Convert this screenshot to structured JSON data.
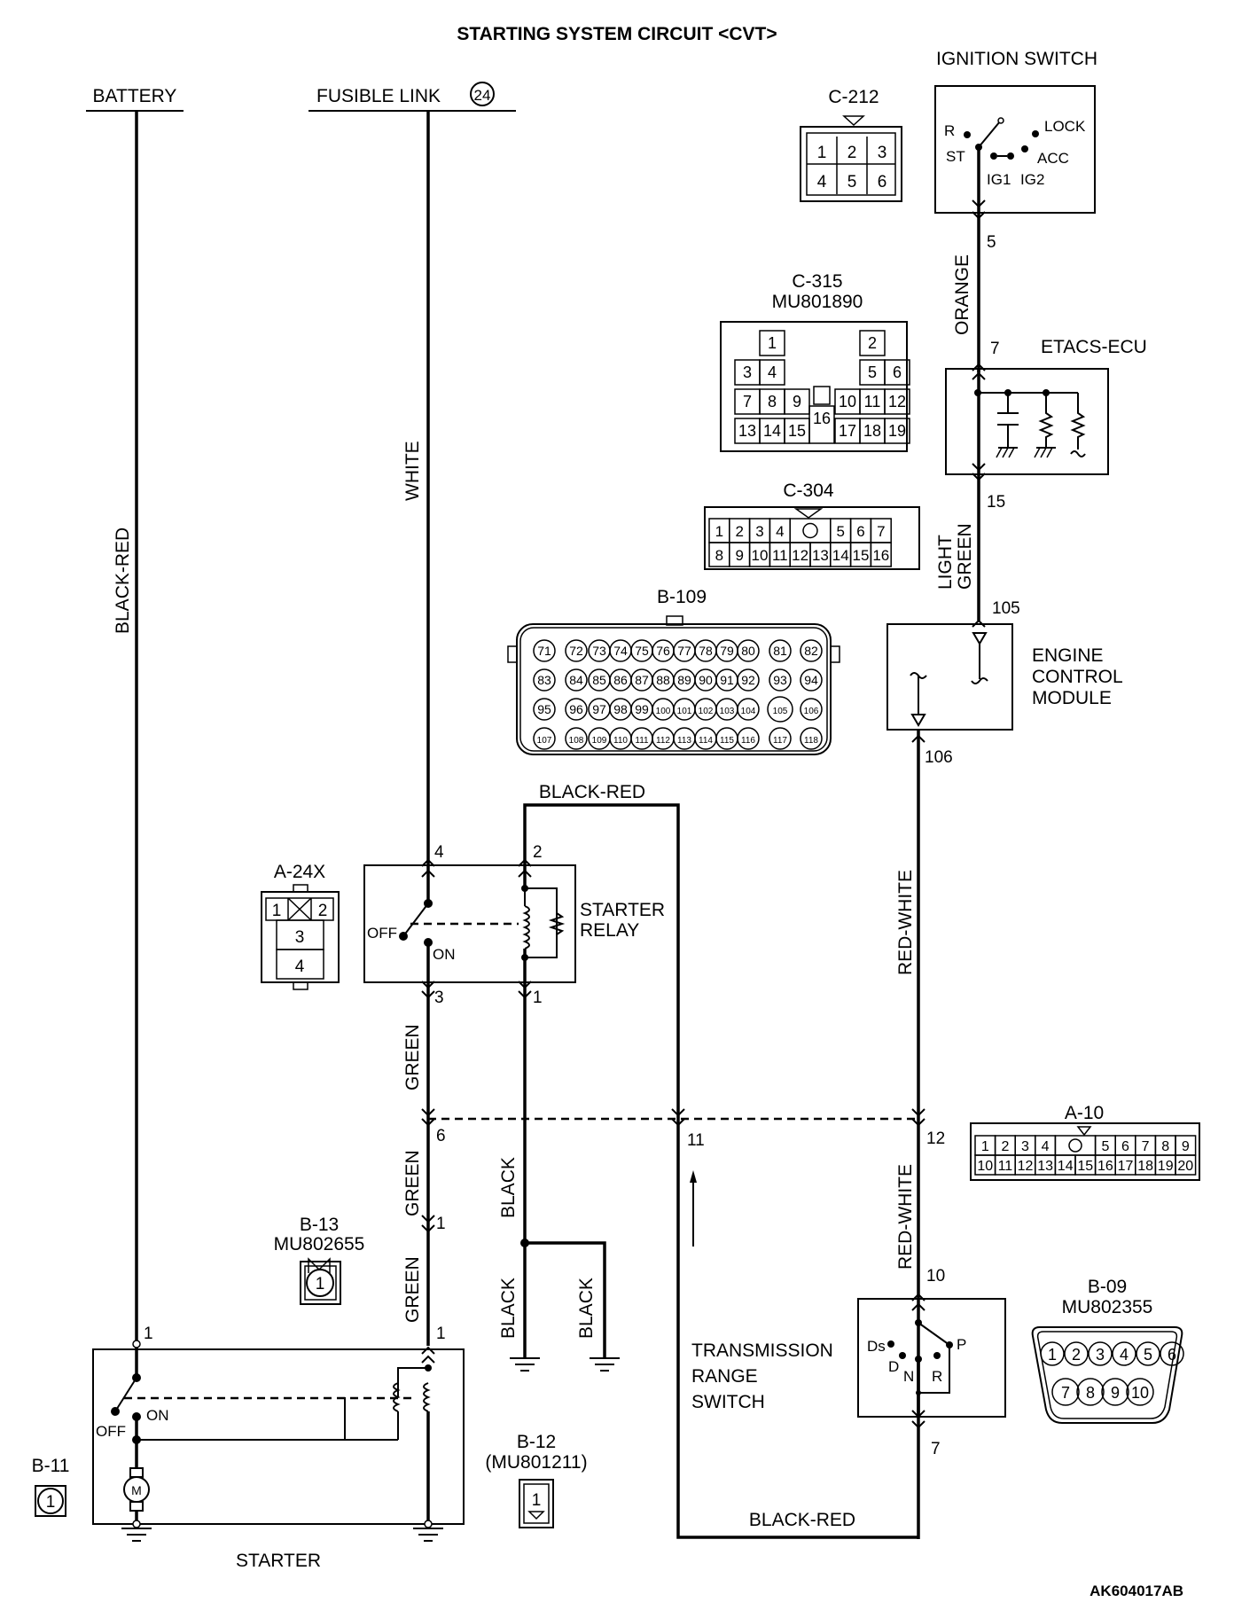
{
  "title": "STARTING SYSTEM CIRCUIT <CVT>",
  "figure_id": "AK604017AB",
  "sources": {
    "battery": "BATTERY",
    "fusible_link": "FUSIBLE LINK",
    "fusible_link_number": "24"
  },
  "components": {
    "ignition_switch": {
      "name": "IGNITION SWITCH",
      "positions": [
        "R",
        "ST",
        "LOCK",
        "ACC",
        "IG1",
        "IG2"
      ],
      "out_pin": "5"
    },
    "etacs": {
      "name": "ETACS-ECU",
      "in_pin": "7",
      "out_pin": "15"
    },
    "ecm": {
      "name_lines": [
        "ENGINE",
        "CONTROL",
        "MODULE"
      ],
      "in_pin": "105",
      "out_pin": "106"
    },
    "starter_relay": {
      "name_lines": [
        "STARTER",
        "RELAY"
      ],
      "pins": [
        "4",
        "2",
        "3",
        "1"
      ],
      "off": "OFF",
      "on": "ON"
    },
    "starter": {
      "name": "STARTER",
      "pin_b": "1",
      "pin_s": "1",
      "off": "OFF",
      "on": "ON",
      "motor": "M"
    },
    "trs": {
      "name_lines": [
        "TRANSMISSION",
        "RANGE",
        "SWITCH"
      ],
      "positions": [
        "Ds",
        "D",
        "N",
        "R",
        "P"
      ],
      "in_pin": "10",
      "out_pin": "7"
    }
  },
  "wires": {
    "battery": "BLACK-RED",
    "fusible": "WHITE",
    "ign": "ORANGE",
    "lg1": "LIGHT",
    "lg2": "GREEN",
    "rw1": "RED-WHITE",
    "rw2": "RED-WHITE",
    "br_top": "BLACK-RED",
    "br_bottom": "BLACK-RED",
    "green1": "GREEN",
    "green2": "GREEN",
    "green3": "GREEN",
    "black1": "BLACK",
    "black2": "BLACK",
    "black3": "BLACK"
  },
  "junction_pins": {
    "j6": "6",
    "j11": "11",
    "j12": "12",
    "b13": "1"
  },
  "connectors": {
    "c212": {
      "name": "C-212",
      "rows": [
        [
          "1",
          "2",
          "3"
        ],
        [
          "4",
          "5",
          "6"
        ]
      ]
    },
    "c315": {
      "name": "C-315",
      "part": "MU801890",
      "pins": [
        "1",
        "2",
        "3",
        "4",
        "5",
        "6",
        "7",
        "8",
        "9",
        "10",
        "11",
        "12",
        "13",
        "14",
        "15",
        "16",
        "17",
        "18",
        "19"
      ]
    },
    "c304": {
      "name": "C-304",
      "rows": [
        [
          "1",
          "2",
          "3",
          "4",
          "",
          "5",
          "6",
          "7"
        ],
        [
          "8",
          "9",
          "10",
          "11",
          "12",
          "13",
          "14",
          "15",
          "16"
        ]
      ]
    },
    "b109": {
      "name": "B-109",
      "rows": [
        [
          "71",
          "72",
          "73",
          "74",
          "75",
          "76",
          "77",
          "78",
          "79",
          "80",
          "81",
          "82"
        ],
        [
          "83",
          "84",
          "85",
          "86",
          "87",
          "88",
          "89",
          "90",
          "91",
          "92",
          "93",
          "94"
        ],
        [
          "95",
          "96",
          "97",
          "98",
          "99",
          "100",
          "101",
          "102",
          "103",
          "104",
          "105",
          "106"
        ],
        [
          "107",
          "108",
          "109",
          "110",
          "111",
          "112",
          "113",
          "114",
          "115",
          "116",
          "117",
          "118"
        ]
      ]
    },
    "a24x": {
      "name": "A-24X",
      "pins": [
        "1",
        "2",
        "3",
        "4"
      ]
    },
    "a10": {
      "name": "A-10",
      "rows": [
        [
          "1",
          "2",
          "3",
          "4",
          "",
          "5",
          "6",
          "7",
          "8",
          "9"
        ],
        [
          "10",
          "11",
          "12",
          "13",
          "14",
          "15",
          "16",
          "17",
          "18",
          "19",
          "20"
        ]
      ]
    },
    "b13": {
      "name": "B-13",
      "part": "MU802655",
      "pin": "1"
    },
    "b12": {
      "name": "B-12",
      "part": "(MU801211)",
      "pin": "1"
    },
    "b11": {
      "name": "B-11",
      "pin": "1"
    },
    "b09": {
      "name": "B-09",
      "part": "MU802355",
      "rows": [
        [
          "1",
          "2",
          "3",
          "4",
          "5",
          "6"
        ],
        [
          "7",
          "8",
          "9",
          "10"
        ]
      ]
    }
  }
}
